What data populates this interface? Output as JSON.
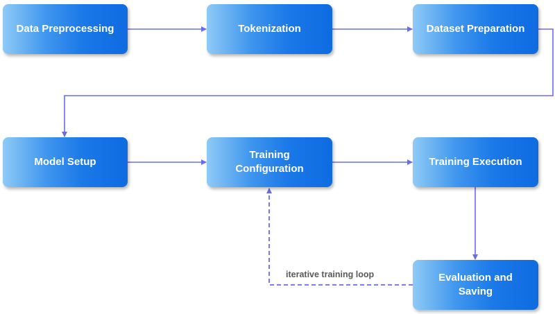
{
  "nodes": {
    "data_preprocessing": "Data Preprocessing",
    "tokenization": "Tokenization",
    "dataset_preparation": "Dataset Preparation",
    "model_setup": "Model Setup",
    "training_configuration": "Training\nConfiguration",
    "training_execution": "Training Execution",
    "evaluation_and_saving": "Evaluation and\nSaving"
  },
  "loop_label": "iterative training loop",
  "colors": {
    "node_fill_light": "#8fcaf6",
    "node_fill_dark": "#0f6be0",
    "connector": "#6a6af0",
    "loop_label_text": "#595959"
  }
}
